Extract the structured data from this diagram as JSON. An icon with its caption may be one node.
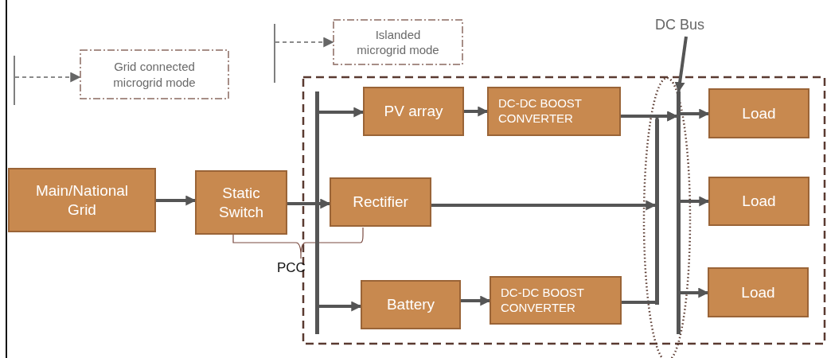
{
  "diagram": {
    "nodes": [
      {
        "text": [
          "Grid connected microgrid mode"
        ]
      },
      {
        "text": [
          "Islanded microgrid mode"
        ]
      },
      {
        "text": [
          "DC Bus"
        ]
      },
      {
        "text": [
          "Main/National Grid"
        ]
      },
      {
        "text": [
          "Static Switch"
        ]
      },
      {
        "text": [],
        "shape": "bar"
      },
      {
        "text": [
          "PV array"
        ]
      },
      {
        "text": [
          "DC-DC BOOST CONVERTER"
        ]
      },
      {
        "text": [
          "Rectifier"
        ]
      },
      {
        "text": [
          "Battery"
        ]
      },
      {
        "text": [
          "DC-DC BOOST CONVERTER"
        ]
      },
      {
        "text": [],
        "shape": "bar"
      },
      {
        "text": [],
        "shape": "bar"
      },
      {
        "text": [
          "Load"
        ]
      },
      {
        "text": [
          "Load"
        ]
      },
      {
        "text": [
          "Load"
        ]
      }
    ],
    "edges": [
      {
        "from": null,
        "to": 0,
        "arrow": "to",
        "style": "dashed"
      },
      {
        "from": null,
        "to": 1,
        "arrow": "to",
        "style": "dashed"
      },
      {
        "from": 2,
        "to": 12,
        "arrow": "to"
      },
      {
        "from": 3,
        "to": 4,
        "arrow": "to"
      },
      {
        "from": 4,
        "to": 8,
        "arrow": "to"
      },
      {
        "from": 5,
        "to": 6,
        "arrow": "to"
      },
      {
        "from": 5,
        "to": 9,
        "arrow": "to"
      },
      {
        "from": 6,
        "to": 7,
        "arrow": "to"
      },
      {
        "from": 9,
        "to": 10,
        "arrow": "to"
      },
      {
        "from": 7,
        "to": 12,
        "arrow": "to"
      },
      {
        "from": 8,
        "to": 11,
        "arrow": "to"
      },
      {
        "from": 10,
        "to": 11,
        "arrow": "none"
      },
      {
        "from": 11,
        "to": 12,
        "arrow": "to"
      },
      {
        "from": 12,
        "to": 13,
        "arrow": "to"
      },
      {
        "from": 12,
        "to": 14,
        "arrow": "to"
      },
      {
        "from": 12,
        "to": 15,
        "arrow": "to"
      }
    ],
    "labels": [
      "PCC"
    ]
  }
}
